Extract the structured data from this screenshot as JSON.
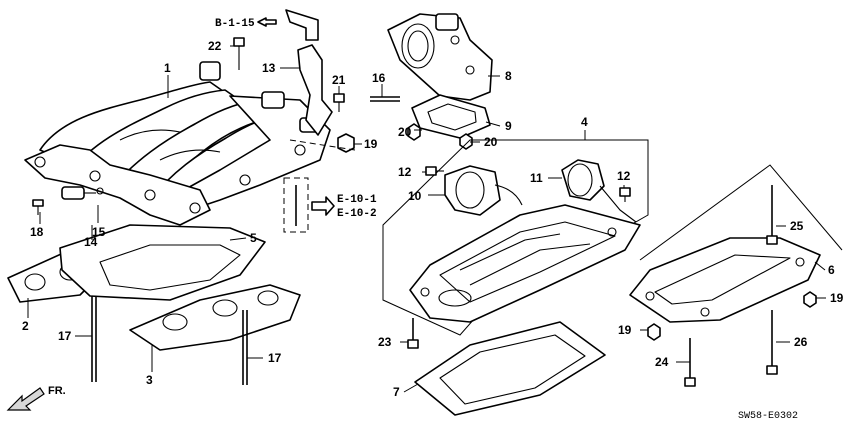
{
  "diagram_code": "SW58-E0302",
  "front_label": "FR.",
  "references": {
    "top": "B-1-15",
    "side_1": "E-10-1",
    "side_2": "E-10-2"
  },
  "callouts": {
    "c1": "1",
    "c2": "2",
    "c3": "3",
    "c4": "4",
    "c5": "5",
    "c6": "6",
    "c7": "7",
    "c8": "8",
    "c9": "9",
    "c10": "10",
    "c11": "11",
    "c12a": "12",
    "c12b": "12",
    "c13": "13",
    "c14": "14",
    "c15": "15",
    "c16": "16",
    "c17a": "17",
    "c17b": "17",
    "c18": "18",
    "c19a": "19",
    "c19b": "19",
    "c19c": "19",
    "c20a": "20",
    "c20b": "20",
    "c21": "21",
    "c22": "22",
    "c23": "23",
    "c24": "24",
    "c25": "25",
    "c26": "26"
  }
}
